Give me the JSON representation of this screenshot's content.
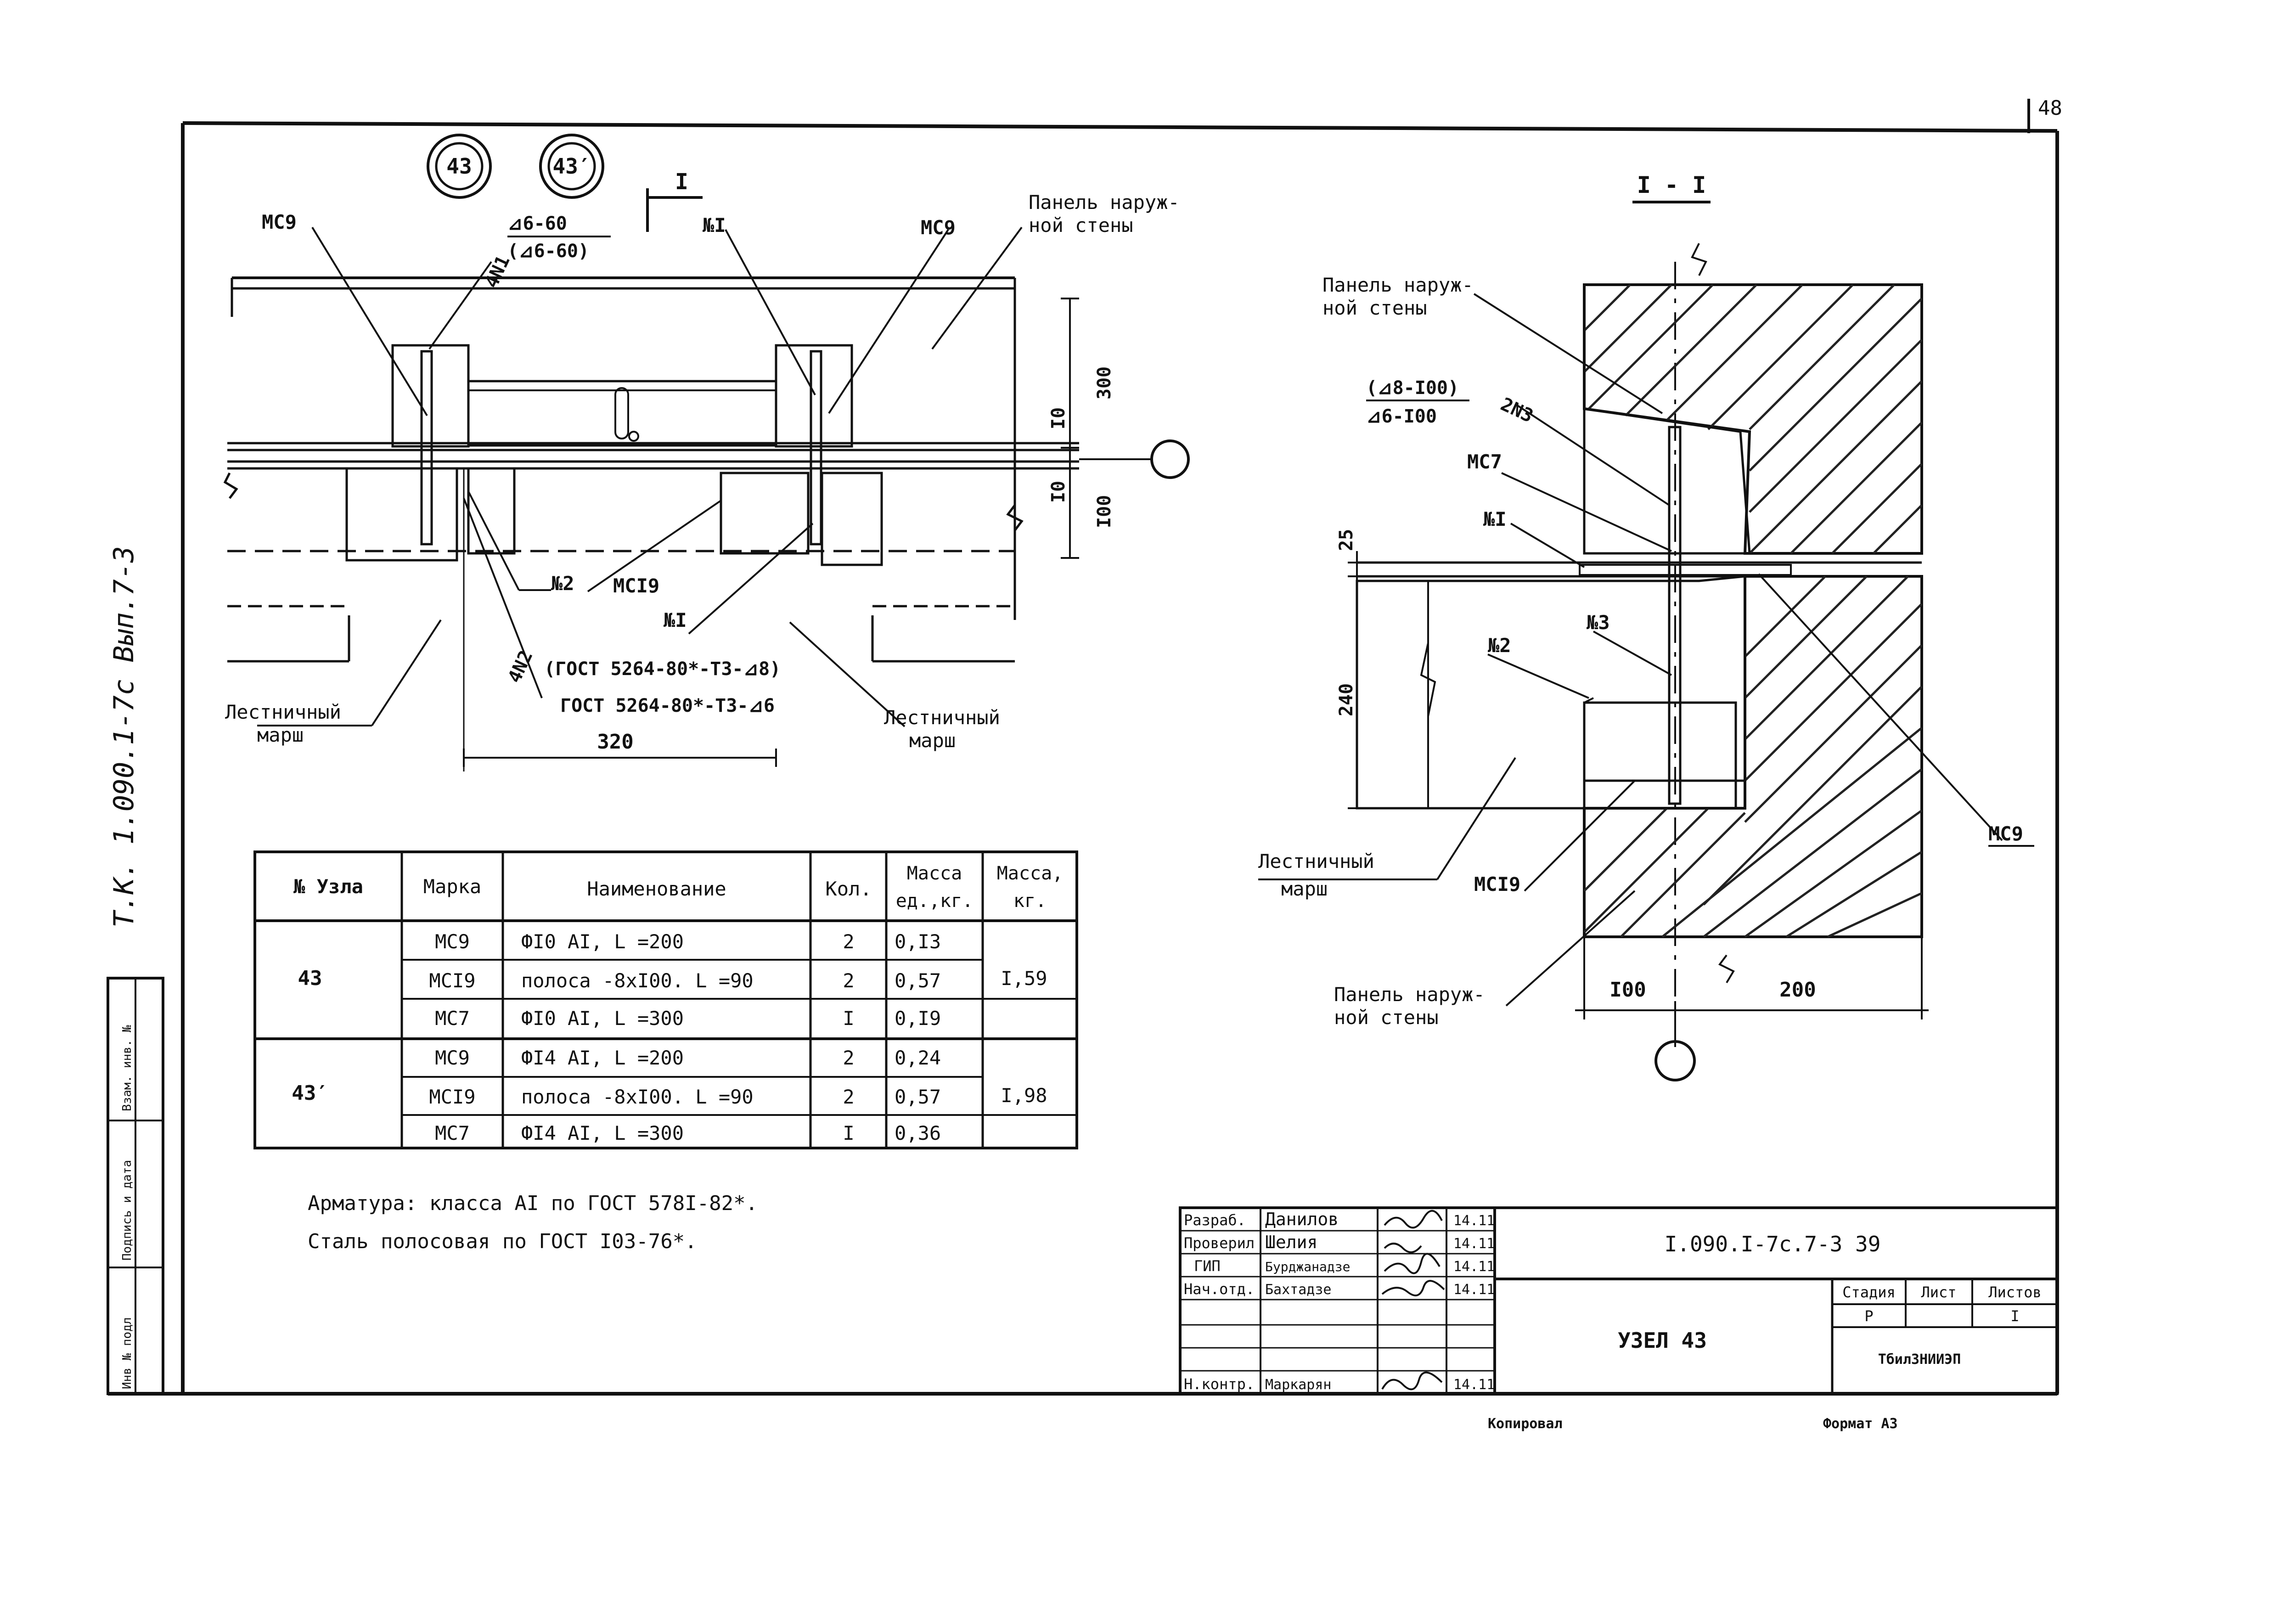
{
  "sheet": {
    "number": "48",
    "side_note": "Т.К. 1.090.1-7с Вып.7-3",
    "copied_by": "Копировал",
    "format": "Формат А3"
  },
  "side_stamp": {
    "cells": [
      "Инв № подл",
      "Подпись и дата",
      "Взам. инв. №"
    ]
  },
  "node_circles": [
    "43",
    "43′"
  ],
  "plan_view": {
    "section_mark": "I",
    "labels": {
      "mc9_left": "МС9",
      "mc9_right": "МС9",
      "weld_n1_count": "4N1",
      "weld_n1_top": "⊿6-60",
      "weld_n1_bottom": "(⊿6-60)",
      "n1_top": "№I",
      "panel_outer_wall": "Панель наруж-\nной стены",
      "n2": "№2",
      "mc19": "МСI9",
      "n1_bottom": "№I",
      "weld_n2_count": "4N2",
      "gost_top": "(ГОСТ 5264-80*-Т3-⊿8)",
      "gost_bottom": "ГОСТ 5264-80*-Т3-⊿6",
      "stair_left": "Лестничный\nмарш",
      "stair_right": "Лестничный\nмарш"
    },
    "dimensions": {
      "d300": "300",
      "d10a": "I0",
      "d10b": "I0",
      "d100": "I00",
      "d320": "320"
    }
  },
  "section_view": {
    "title": "I - I",
    "labels": {
      "panel_top": "Панель наруж-\nной стены",
      "weld_top": "(⊿8-I00)",
      "weld_bottom": "⊿6-I00",
      "weld_n3": "2N3",
      "mc7": "МС7",
      "n1": "№I",
      "n3": "№3",
      "n2": "№2",
      "mc9": "МС9",
      "stair": "Лестничный\nмарш",
      "mc19": "МСI9",
      "panel_bottom": "Панель наруж-\nной стены"
    },
    "dimensions": {
      "d25": "25",
      "d240": "240",
      "d100": "I00",
      "d200": "200"
    }
  },
  "spec_table": {
    "headers": [
      "№ Узла",
      "Марка",
      "Наименование",
      "Кол.",
      "Масса\nед.,кг.",
      "Масса,\nкг."
    ],
    "groups": [
      {
        "node": "43",
        "total": "I,59",
        "rows": [
          {
            "mark": "МС9",
            "name": "ФI0 АI,  L =200",
            "qty": "2",
            "unit_mass": "0,I3"
          },
          {
            "mark": "МСI9",
            "name": "полоса -8хI00.  L =90",
            "qty": "2",
            "unit_mass": "0,57"
          },
          {
            "mark": "МС7",
            "name": "ФI0 АI,  L =300",
            "qty": "I",
            "unit_mass": "0,I9"
          }
        ]
      },
      {
        "node": "43′",
        "total": "I,98",
        "rows": [
          {
            "mark": "МС9",
            "name": "ФI4 АI,  L =200",
            "qty": "2",
            "unit_mass": "0,24"
          },
          {
            "mark": "МСI9",
            "name": "полоса -8хI00.  L =90",
            "qty": "2",
            "unit_mass": "0,57"
          },
          {
            "mark": "МС7",
            "name": "ФI4 АI,  L =300",
            "qty": "I",
            "unit_mass": "0,36"
          }
        ]
      }
    ]
  },
  "notes": [
    "Арматура: класса АI по ГОСТ 578I-82*.",
    "Сталь полосовая по ГОСТ  I03-76*."
  ],
  "title_block": {
    "roles": [
      "Разраб.",
      "Проверил",
      "ГИП",
      "Нач.отд.",
      "",
      "",
      "Н.контр."
    ],
    "names": [
      "Данилов",
      "Шелия",
      "Бурджанадзе",
      "Бахтадзе",
      "",
      "",
      "Маркарян"
    ],
    "dates": [
      "14.11",
      "14.11",
      "14.11",
      "14.11",
      "",
      "",
      "14.11"
    ],
    "document_code": "I.090.I-7с.7-3 39",
    "drawing_title": "УЗЕЛ 43",
    "stage_header": "Стадия",
    "sheet_header": "Лист",
    "sheets_header": "Листов",
    "stage": "Р",
    "sheets": "I",
    "organization": "ТбилЗНИИЭП"
  }
}
